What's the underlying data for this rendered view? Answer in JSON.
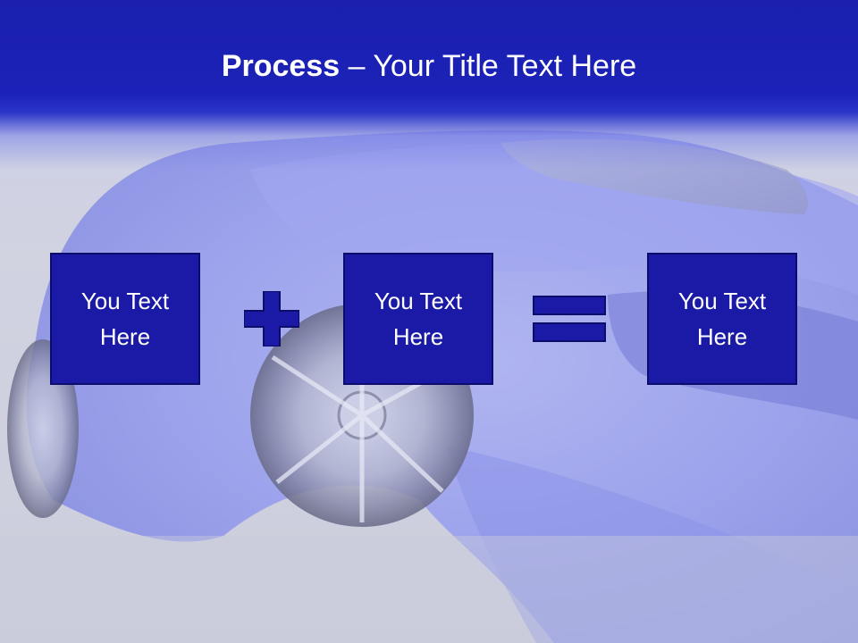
{
  "slide": {
    "title_bold": "Process",
    "title_rest": " – Your Title Text Here"
  },
  "process": {
    "boxes": [
      {
        "text": "You Text Here"
      },
      {
        "text": "You Text Here"
      },
      {
        "text": "You Text Here"
      }
    ],
    "operators": [
      "plus-icon",
      "equals-icon"
    ]
  },
  "colors": {
    "header": "#1c22b8",
    "box_fill": "#1a1aa6",
    "box_border": "#0c0c6a",
    "operator_fill": "#1a1aa6",
    "title_text": "#ffffff"
  }
}
